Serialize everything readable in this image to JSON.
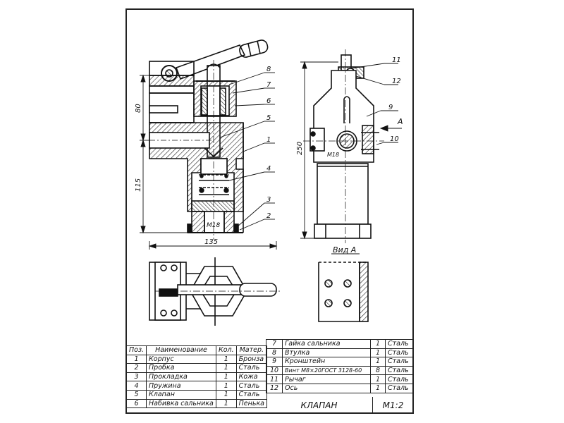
{
  "drawing": {
    "dimensions": {
      "d80": "80",
      "d115": "115",
      "d135": "135",
      "d250": "250"
    },
    "thread_main": "M18",
    "thread_side": "M18",
    "leaders_main": [
      "8",
      "7",
      "6",
      "5",
      "1",
      "4",
      "3",
      "2"
    ],
    "leaders_side": [
      "11",
      "12",
      "9",
      "A",
      "10"
    ],
    "view_a_label": "Вид А"
  },
  "left_table": {
    "headers": {
      "pos": "Поз.",
      "name": "Наименование",
      "qty": "Кол.",
      "mat": "Матер."
    },
    "rows": [
      {
        "pos": "1",
        "name": "Корпус",
        "qty": "1",
        "mat": "Бронза"
      },
      {
        "pos": "2",
        "name": "Пробка",
        "qty": "1",
        "mat": "Сталь"
      },
      {
        "pos": "3",
        "name": "Прокладка",
        "qty": "1",
        "mat": "Кожа"
      },
      {
        "pos": "4",
        "name": "Пружина",
        "qty": "1",
        "mat": "Сталь"
      },
      {
        "pos": "5",
        "name": "Клапан",
        "qty": "1",
        "mat": "Сталь"
      },
      {
        "pos": "6",
        "name": "Набивка сальника",
        "qty": "1",
        "mat": "Пенька"
      }
    ]
  },
  "right_table": {
    "rows": [
      {
        "pos": "7",
        "name": "Гайка сальника",
        "qty": "1",
        "mat": "Сталь"
      },
      {
        "pos": "8",
        "name": "Втулка",
        "qty": "1",
        "mat": "Сталь"
      },
      {
        "pos": "9",
        "name": "Кронштейн",
        "qty": "1",
        "mat": "Сталь"
      },
      {
        "pos": "10",
        "name": "Винт М8×20ГОСТ 3128-60",
        "qty": "8",
        "mat": "Сталь"
      },
      {
        "pos": "11",
        "name": "Рычаг",
        "qty": "1",
        "mat": "Сталь"
      },
      {
        "pos": "12",
        "name": "Ось",
        "qty": "1",
        "mat": "Сталь"
      }
    ]
  },
  "title_block": {
    "title": "КЛАПАН",
    "scale": "М1:2"
  }
}
